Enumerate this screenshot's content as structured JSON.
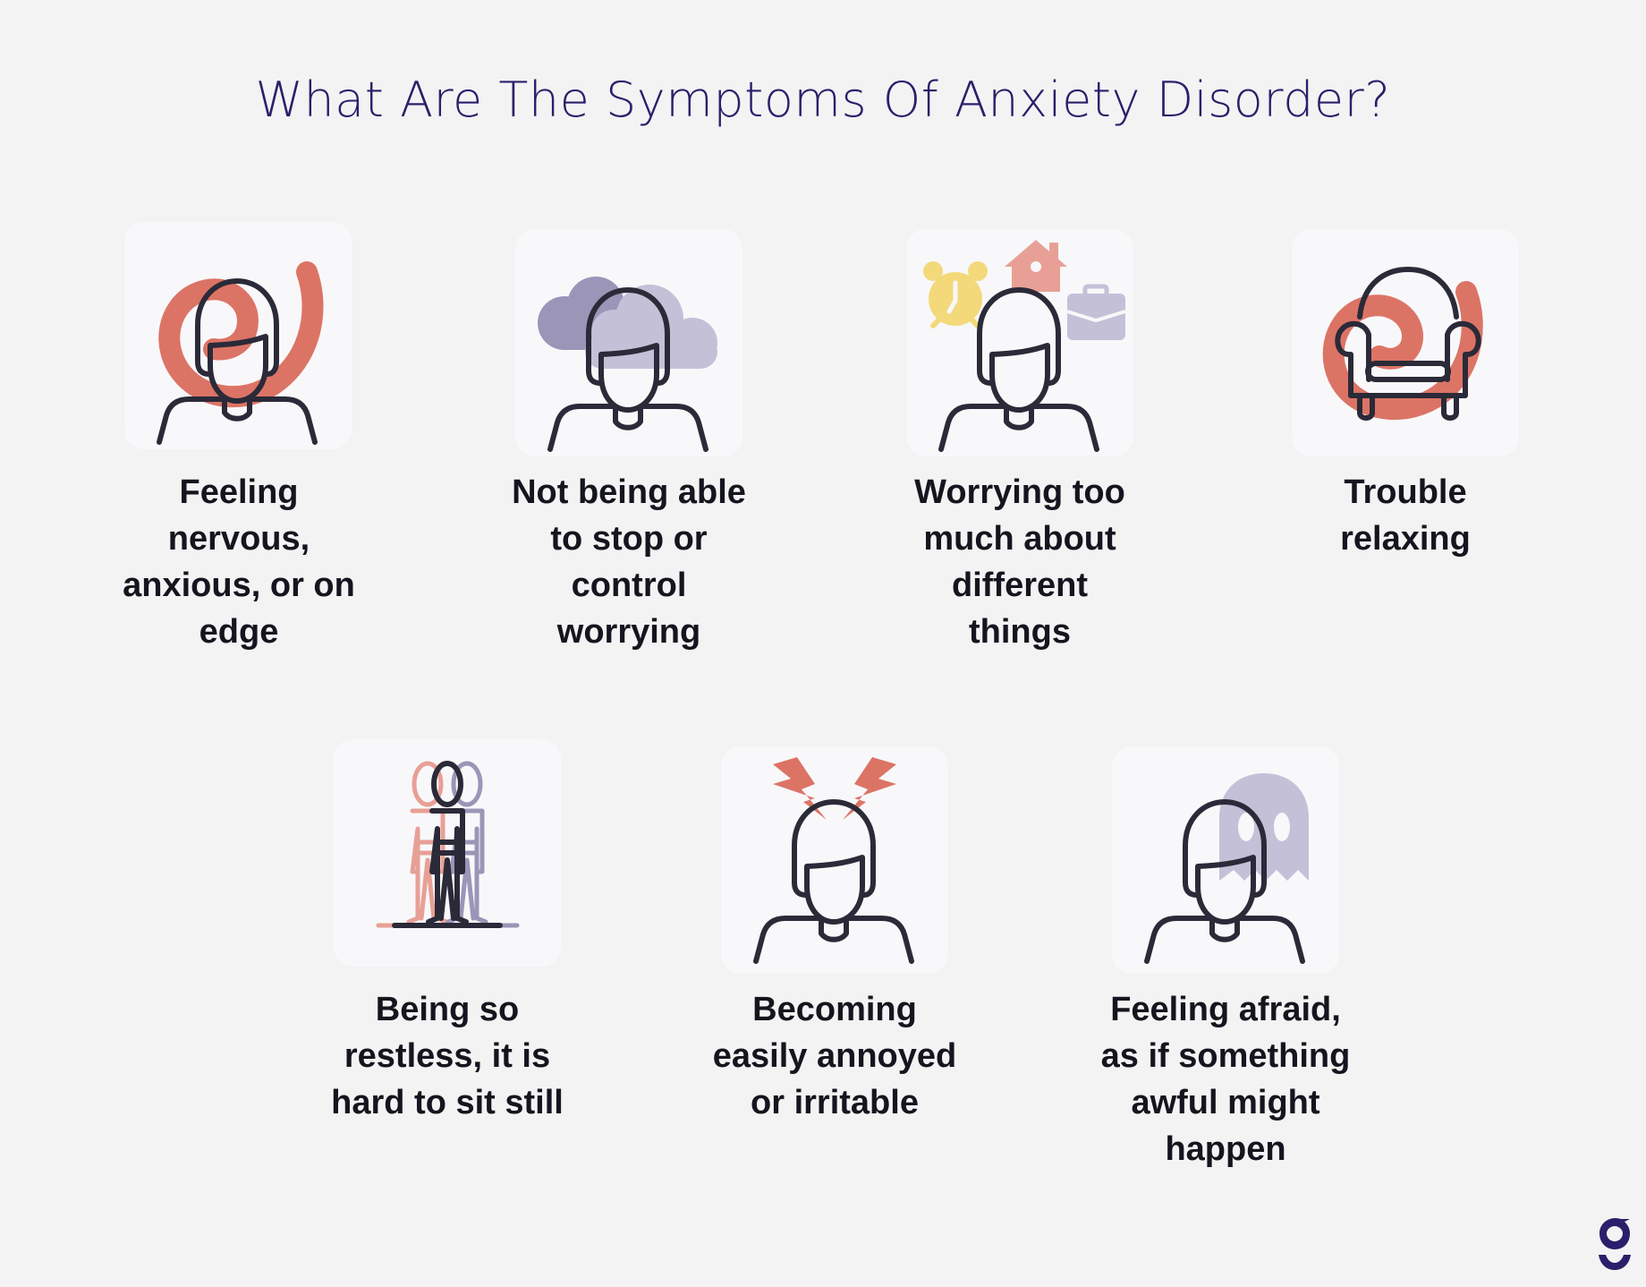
{
  "title": "What Are The Symptoms Of Anxiety Disorder?",
  "colors": {
    "background": "#f3f3f3",
    "card": "#f8f8fa",
    "title": "#2a1f6b",
    "text": "#15151f",
    "stroke": "#2b2a38",
    "coral": "#dc7466",
    "lavender": "#c4c0d8",
    "lavender_dark": "#9b95b8",
    "yellow": "#f3d97a"
  },
  "symptoms": [
    {
      "label": "Feeling\nnervous,\nanxious, or on\nedge",
      "icon": "person-spiral-icon"
    },
    {
      "label": "Not being able\nto stop or\ncontrol\nworrying",
      "icon": "person-cloud-icon"
    },
    {
      "label": "Worrying too\nmuch about\ndifferent\nthings",
      "icon": "person-worries-icon"
    },
    {
      "label": "Trouble\nrelaxing",
      "icon": "armchair-spiral-icon"
    },
    {
      "label": "Being so\nrestless, it is\nhard to sit still",
      "icon": "restless-figure-icon"
    },
    {
      "label": "Becoming\neasily annoyed\nor irritable",
      "icon": "person-lightning-icon"
    },
    {
      "label": "Feeling afraid,\nas if something\nawful might\nhappen",
      "icon": "person-ghost-icon"
    }
  ],
  "logo": {
    "icon": "brand-g-logo-icon"
  }
}
